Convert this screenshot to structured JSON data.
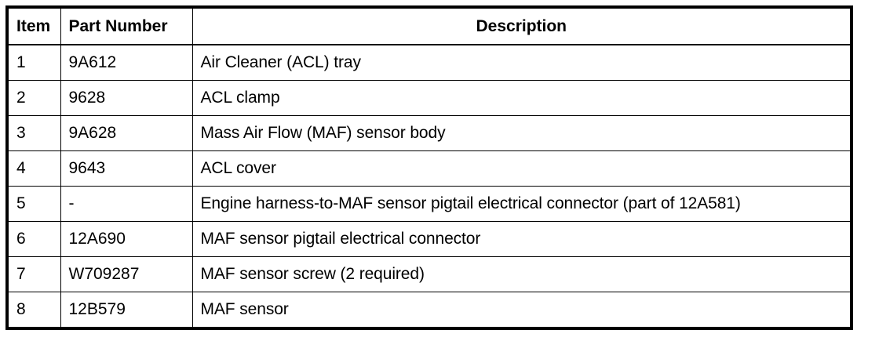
{
  "table": {
    "columns": [
      {
        "key": "item",
        "label": "Item",
        "align": "left"
      },
      {
        "key": "part_number",
        "label": "Part Number",
        "align": "left"
      },
      {
        "key": "description",
        "label": "Description",
        "align": "center"
      }
    ],
    "rows": [
      {
        "item": "1",
        "part_number": "9A612",
        "description": "Air Cleaner (ACL) tray"
      },
      {
        "item": "2",
        "part_number": "9628",
        "description": "ACL clamp"
      },
      {
        "item": "3",
        "part_number": "9A628",
        "description": "Mass Air Flow (MAF) sensor body"
      },
      {
        "item": "4",
        "part_number": "9643",
        "description": "ACL cover"
      },
      {
        "item": "5",
        "part_number": "-",
        "description": "Engine harness-to-MAF sensor pigtail electrical connector (part of 12A581)"
      },
      {
        "item": "6",
        "part_number": "12A690",
        "description": "MAF sensor pigtail electrical connector"
      },
      {
        "item": "7",
        "part_number": "W709287",
        "description": "MAF sensor screw (2 required)"
      },
      {
        "item": "8",
        "part_number": "12B579",
        "description": "MAF sensor"
      }
    ]
  },
  "colors": {
    "border": "#000000",
    "text": "#000000",
    "background": "#ffffff"
  }
}
